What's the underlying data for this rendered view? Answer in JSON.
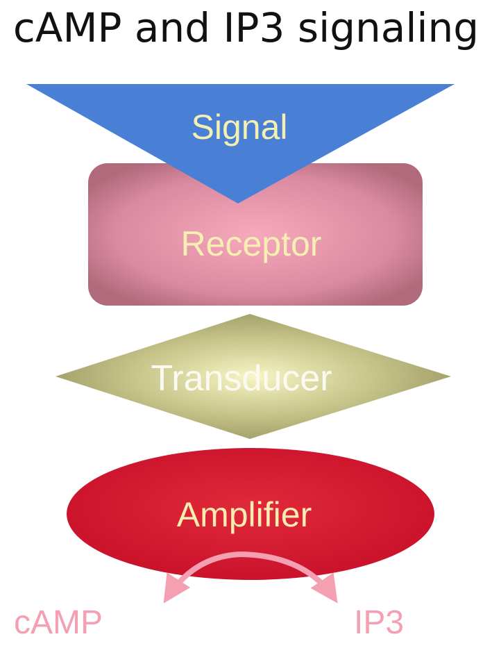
{
  "title": "cAMP and IP3 signaling",
  "nodes": {
    "signal": {
      "label": "Signal"
    },
    "receptor": {
      "label": "Receptor"
    },
    "transducer": {
      "label": "Transducer"
    },
    "amplifier": {
      "label": "Amplifier"
    }
  },
  "outputs": {
    "left": {
      "label": "cAMP"
    },
    "right": {
      "label": "IP3"
    }
  },
  "colors": {
    "signal": "#4a7fd6",
    "signal_text": "#f4f0b0",
    "receptor_center": "#f7a9bc",
    "receptor_edge": "#b06a7c",
    "receptor_text": "#f6efb4",
    "transducer_center": "#f4f3b0",
    "transducer_edge": "#9c9a63",
    "transducer_text": "#fbfaf2",
    "amplifier": "#d8192e",
    "amplifier_text": "#f9ecb0",
    "output": "#f4a0b2"
  }
}
